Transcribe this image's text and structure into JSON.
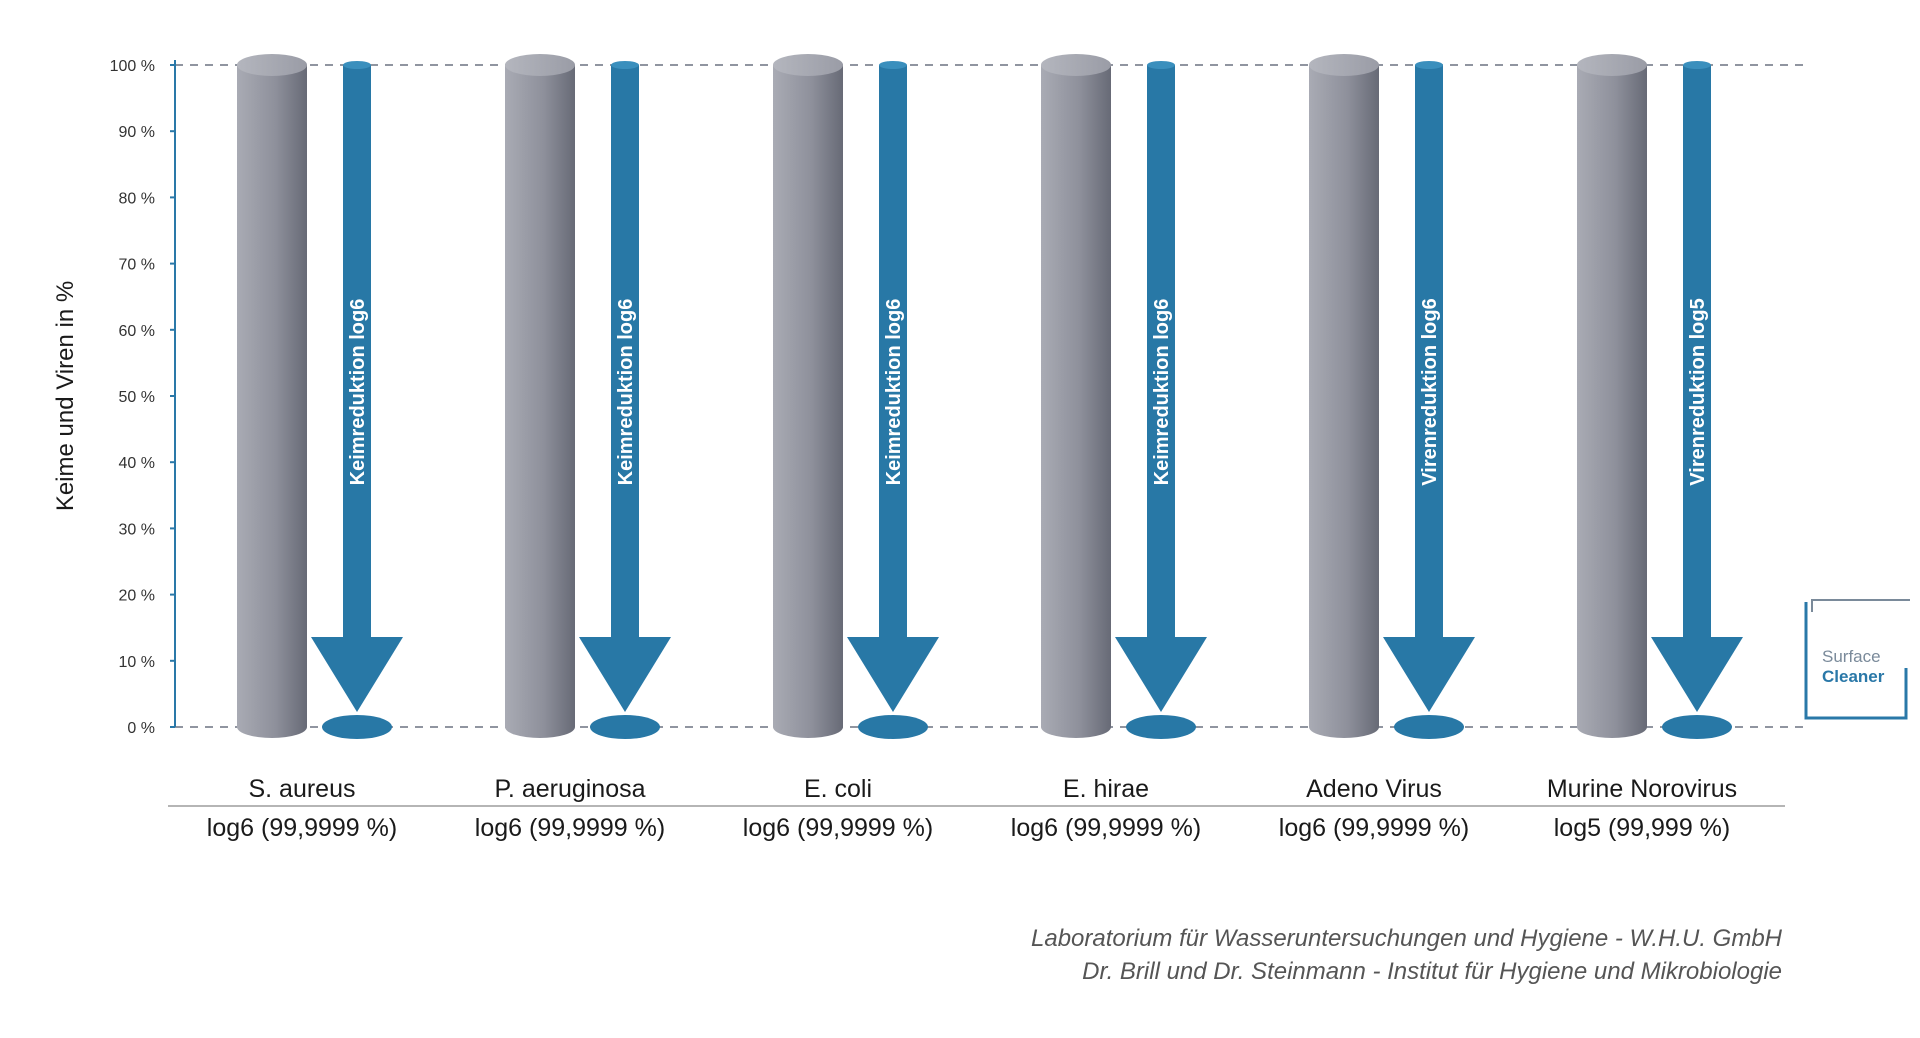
{
  "chart_data": {
    "type": "bar",
    "ylabel": "Keime und Viren in %",
    "ylim": [
      0,
      100
    ],
    "yticks": [
      0,
      10,
      20,
      30,
      40,
      50,
      60,
      70,
      80,
      90,
      100
    ],
    "ytick_suffix": " %",
    "grid": "dashed lines at 0 % and 100 %",
    "categories": [
      "S. aureus",
      "P. aeruginosa",
      "E. coli",
      "E. hirae",
      "Adeno Virus",
      "Murine Norovirus"
    ],
    "series": [
      {
        "values": [
          100,
          100,
          100,
          100,
          100,
          100
        ]
      },
      {
        "values": [
          0,
          0,
          0,
          0,
          0,
          0
        ]
      }
    ],
    "arrow_labels": [
      "Keimreduktion log6",
      "Keimreduktion log6",
      "Keimreduktion log6",
      "Keimreduktion log6",
      "Virenreduktion log6",
      "Virenreduktion log5"
    ],
    "result_labels": [
      "log6 (99,9999 %)",
      "log6 (99,9999 %)",
      "log6 (99,9999 %)",
      "log6 (99,9999 %)",
      "log6 (99,9999 %)",
      "log5 (99,999 %)"
    ]
  },
  "source": {
    "line1": "Laboratorium für Wasseruntersuchungen und Hygiene - W.H.U. GmbH",
    "line2": "Dr. Brill und Dr. Steinmann - Institut für Hygiene und Mikrobiologie"
  },
  "logo": {
    "line1": "Surface",
    "line2": "Cleaner"
  },
  "colors": {
    "arrow": "#2878a6",
    "axis": "#2a78a8",
    "grid": "#6b7280",
    "cylinder_light": "#a8aab2",
    "cylinder_dark": "#6c6f7a"
  }
}
